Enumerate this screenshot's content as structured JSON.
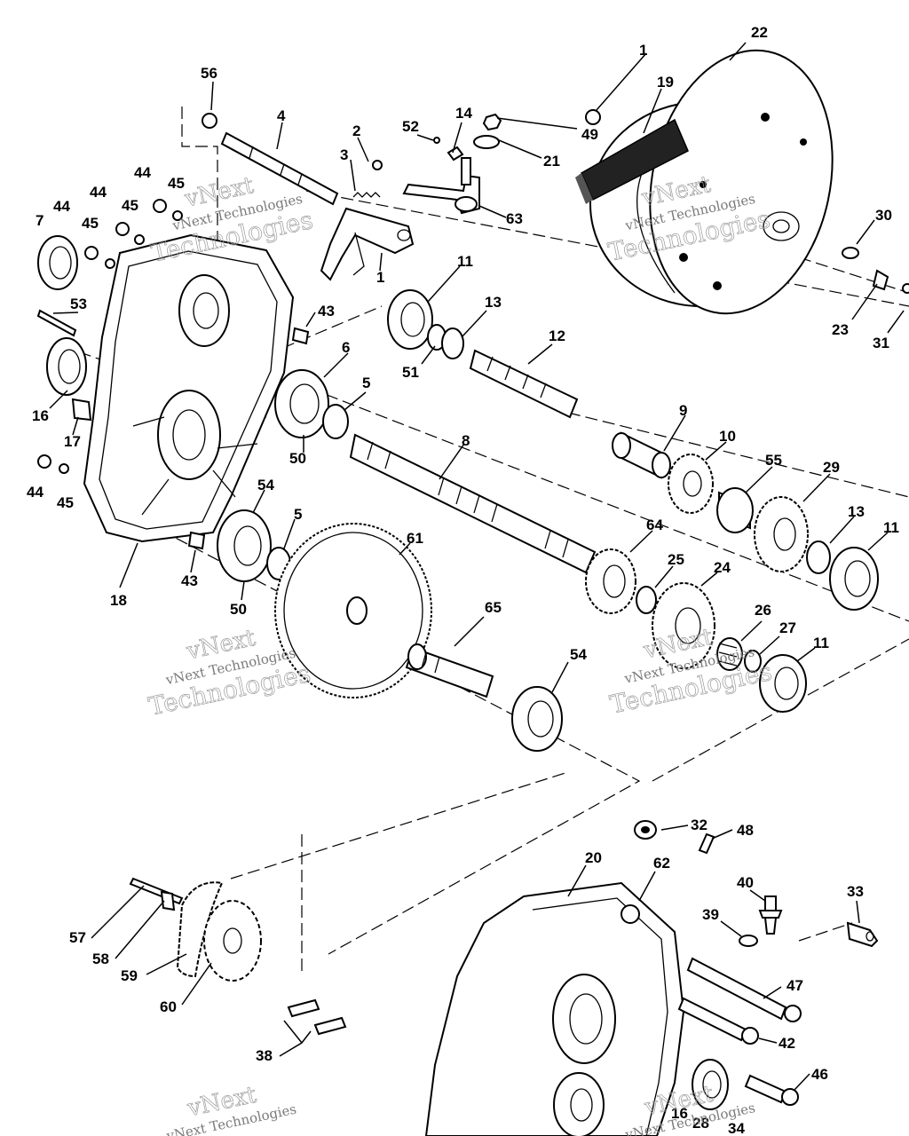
{
  "callouts": {
    "c1a": "1",
    "c22": "22",
    "c19": "19",
    "c49": "49",
    "c56": "56",
    "c4": "4",
    "c2": "2",
    "c3": "3",
    "c52": "52",
    "c14": "14",
    "c21": "21",
    "c63": "63",
    "c1b": "1",
    "c30": "30",
    "c23": "23",
    "c31": "31",
    "c44a": "44",
    "c45a": "45",
    "c44b": "44",
    "c45b": "45",
    "c44c": "44",
    "c45c": "45",
    "c7": "7",
    "c53": "53",
    "c43a": "43",
    "c11a": "11",
    "c13a": "13",
    "c12": "12",
    "c51": "51",
    "c6": "6",
    "c5a": "5",
    "c16a": "16",
    "c17": "17",
    "c50a": "50",
    "c8": "8",
    "c9": "9",
    "c10": "10",
    "c55": "55",
    "c29": "29",
    "c13b": "13",
    "c11b": "11",
    "c44d": "44",
    "c45d": "45",
    "c54a": "54",
    "c5b": "5",
    "c61": "61",
    "c64": "64",
    "c25": "25",
    "c24": "24",
    "c43b": "43",
    "c18": "18",
    "c50b": "50",
    "c65": "65",
    "c26": "26",
    "c27": "27",
    "c11c": "11",
    "c54b": "54",
    "c32": "32",
    "c48": "48",
    "c20": "20",
    "c62": "62",
    "c40": "40",
    "c33": "33",
    "c39": "39",
    "c57": "57",
    "c58": "58",
    "c59": "59",
    "c60": "60",
    "c47": "47",
    "c42": "42",
    "c38": "38",
    "c46": "46",
    "c16b": "16",
    "c28": "28",
    "c34": "34"
  },
  "watermark": {
    "line1": "vNext",
    "line2": "vNext Technologies",
    "line3": "Technologies"
  }
}
